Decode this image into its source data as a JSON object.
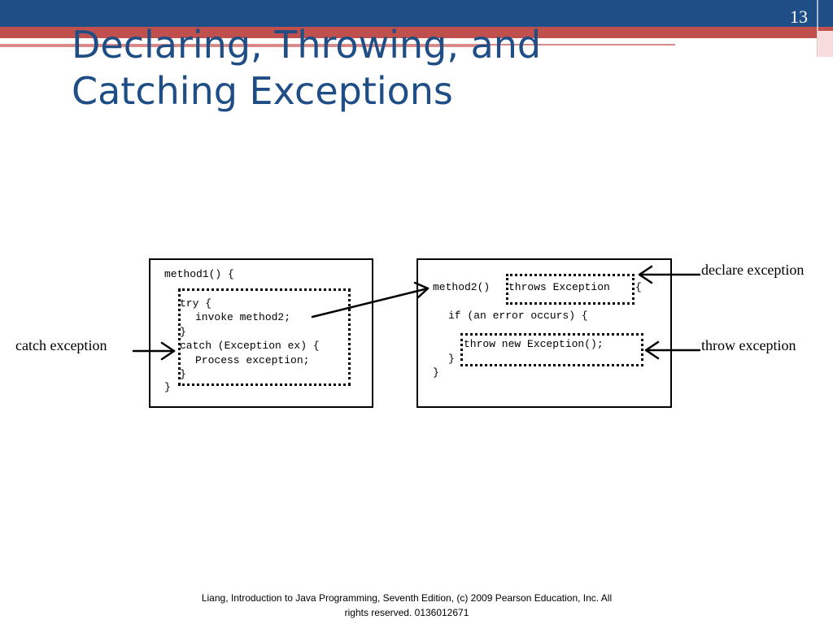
{
  "slide": {
    "number": "13",
    "title_line1": "Declaring, Throwing, and",
    "title_line2": "Catching Exceptions",
    "footer_line1": "Liang, Introduction to Java Programming, Seventh Edition, (c) 2009 Pearson Education, Inc. All",
    "footer_line2": "rights reserved. 0136012671"
  },
  "method1": {
    "header": "method1() {",
    "try_open": "try {",
    "invoke": "invoke method2;",
    "try_close": "}",
    "catch_open": "catch (Exception ex) {",
    "process": "Process exception;",
    "catch_close": "}",
    "close": "}"
  },
  "method2": {
    "signature": "method2()",
    "throws_clause": "throws Exception",
    "open_brace": "{",
    "if_line": "if (an error occurs) {",
    "throw_line": "throw new Exception();",
    "if_close": "}",
    "close": "}"
  },
  "labels": {
    "declare": "declare exception",
    "throw": "throw exception",
    "catch": "catch exception"
  },
  "colors": {
    "header_blue": "#1f4e86",
    "accent_red": "#c0504d"
  }
}
